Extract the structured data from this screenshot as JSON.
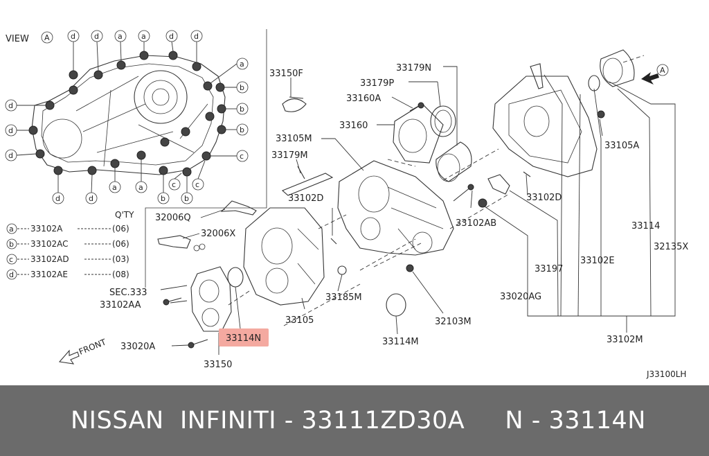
{
  "view_label": "VIEW",
  "view_marker": "A",
  "callouts": {
    "a": "a",
    "b": "b",
    "c": "c",
    "d": "d"
  },
  "qty": {
    "header": "Q'TY",
    "rows": [
      {
        "marker": "a",
        "part": "33102A",
        "count": "06"
      },
      {
        "marker": "b",
        "part": "33102AC",
        "count": "06"
      },
      {
        "marker": "c",
        "part": "33102AD",
        "count": "03"
      },
      {
        "marker": "d",
        "part": "33102AE",
        "count": "08"
      }
    ]
  },
  "parts": {
    "p33150F": "33150F",
    "p33179N": "33179N",
    "p33179P": "33179P",
    "p33160A": "33160A",
    "p33160": "33160",
    "p33105M": "33105M",
    "p33179M": "33179M",
    "p33105A": "33105A",
    "p33102D_left": "33102D",
    "p33102D_right": "33102D",
    "p32006Q": "32006Q",
    "p32006X": "32006X",
    "p33102AB": "33102AB",
    "p33114": "33114",
    "p32135X": "32135X",
    "p33197": "33197",
    "p33102E": "33102E",
    "pSEC333": "SEC.333",
    "p33102AA": "33102AA",
    "p33185M": "33185M",
    "p33020AG": "33020AG",
    "p33105": "33105",
    "p32103M": "32103M",
    "p33114N": "33114N",
    "p33020A": "33020A",
    "p33114M": "33114M",
    "p33102M": "33102M",
    "p33150": "33150"
  },
  "front_label": "FRONT",
  "arrow_marker": "A",
  "diagram_code": "J33100LH",
  "highlight_color": "#f4a9a0",
  "footer": {
    "text": "NISSAN  INFINITI - 33111ZD30A     N - 33114N"
  }
}
